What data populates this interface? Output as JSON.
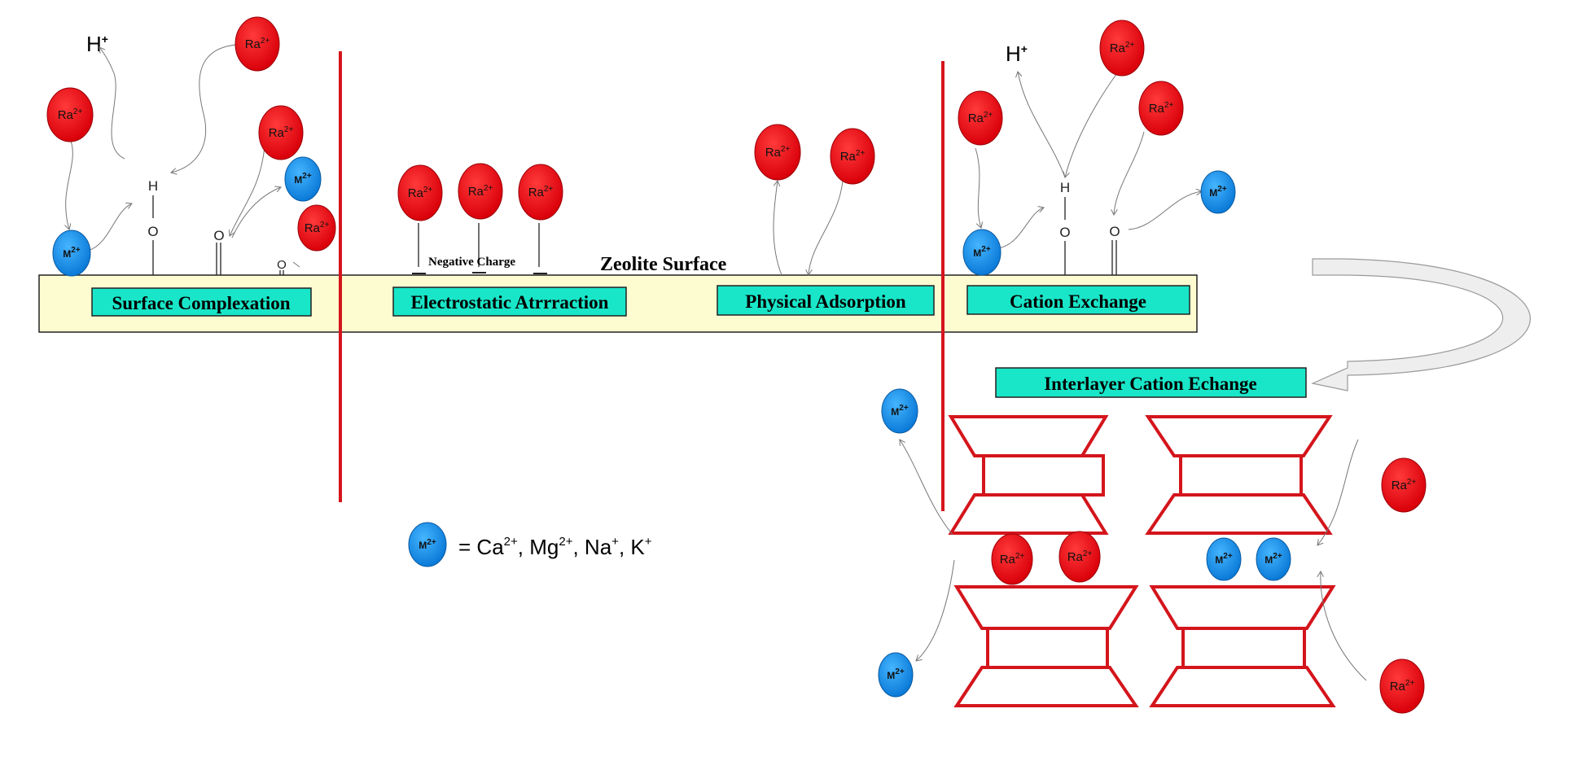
{
  "diagram": {
    "surface_title": "Zeolite Surface",
    "mechanisms": {
      "surface_complexation": "Surface Complexation",
      "electrostatic_attraction": "Electrostatic Atrrraction",
      "physical_adsorption": "Physical Adsorption",
      "cation_exchange": "Cation Exchange",
      "interlayer_cation_exchange": "Interlayer Cation Echange"
    },
    "negative_charge_label": "Negative Charge",
    "ions": {
      "ra": {
        "symbol": "Ra",
        "charge": "2+"
      },
      "m": {
        "symbol": "M",
        "charge": "2+"
      },
      "h": {
        "symbol": "H",
        "charge": "+"
      }
    },
    "atoms": {
      "hydrogen": "H",
      "oxygen": "O"
    },
    "legend": {
      "equals": "= ",
      "items": [
        {
          "symbol": "Ca",
          "charge": "2+",
          "sep": ", "
        },
        {
          "symbol": "Mg",
          "charge": "2+",
          "sep": ", "
        },
        {
          "symbol": "Na",
          "charge": "+",
          "sep": ", "
        },
        {
          "symbol": "K",
          "charge": "+",
          "sep": ""
        }
      ]
    },
    "colors": {
      "ra_fill": "#e8000b",
      "m_fill": "#1e90ff",
      "label_box_fill": "#19e6c8",
      "surface_fill": "#fdfbd0",
      "divider": "#d4151c",
      "framework_stroke": "#d4151c",
      "big_arrow_fill": "#eeeeee"
    }
  }
}
